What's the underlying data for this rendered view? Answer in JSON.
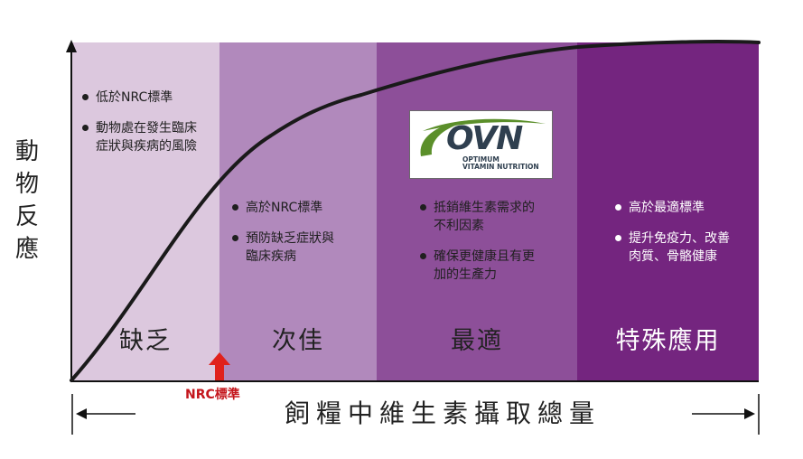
{
  "y_axis_label": "動物反應",
  "x_axis_label": "飼糧中維生素攝取總量",
  "nrc_marker_label": "NRC標準",
  "zones": [
    {
      "title": "缺乏",
      "bullets": [
        "低於NRC標準",
        "動物處在發生臨床\n症狀與疾病的風險"
      ]
    },
    {
      "title": "次佳",
      "bullets": [
        "高於NRC標準",
        "預防缺乏症狀與\n臨床疾病"
      ]
    },
    {
      "title": "最適",
      "bullets": [
        "抵銷維生素需求的\n不利因素",
        "確保更健康且有更\n加的生產力"
      ]
    },
    {
      "title": "特殊應用",
      "bullets": [
        "高於最適標準",
        "提升免疫力、改善\n肉質、骨骼健康"
      ]
    }
  ],
  "logo": {
    "word": "OVN",
    "tagline_1": "OPTIMUM",
    "tagline_2": "VITAMIN NUTRITION"
  },
  "colors": {
    "zone_1": "#dcc8de",
    "zone_2": "#b189bc",
    "zone_3": "#8d4f99",
    "zone_4": "#74257f",
    "nrc_marker": "#e0211c",
    "logo_swoosh": "#5b8f2a"
  }
}
